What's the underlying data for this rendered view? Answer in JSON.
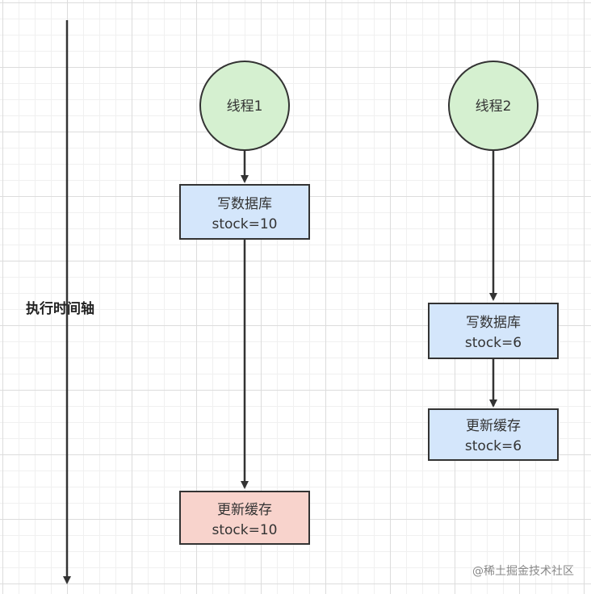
{
  "axis": {
    "label": "执行时间轴"
  },
  "thread1": {
    "label": "线程1",
    "write_db": {
      "line1": "写数据库",
      "line2": "stock=10"
    },
    "update_cache": {
      "line1": "更新缓存",
      "line2": "stock=10"
    }
  },
  "thread2": {
    "label": "线程2",
    "write_db": {
      "line1": "写数据库",
      "line2": "stock=6"
    },
    "update_cache": {
      "line1": "更新缓存",
      "line2": "stock=6"
    }
  },
  "watermark": "@稀土掘金技术社区",
  "colors": {
    "thread_fill": "#d5f0d0",
    "db_fill": "#d4e6fb",
    "stale_cache_fill": "#f8d3cc",
    "stroke": "#333333"
  }
}
